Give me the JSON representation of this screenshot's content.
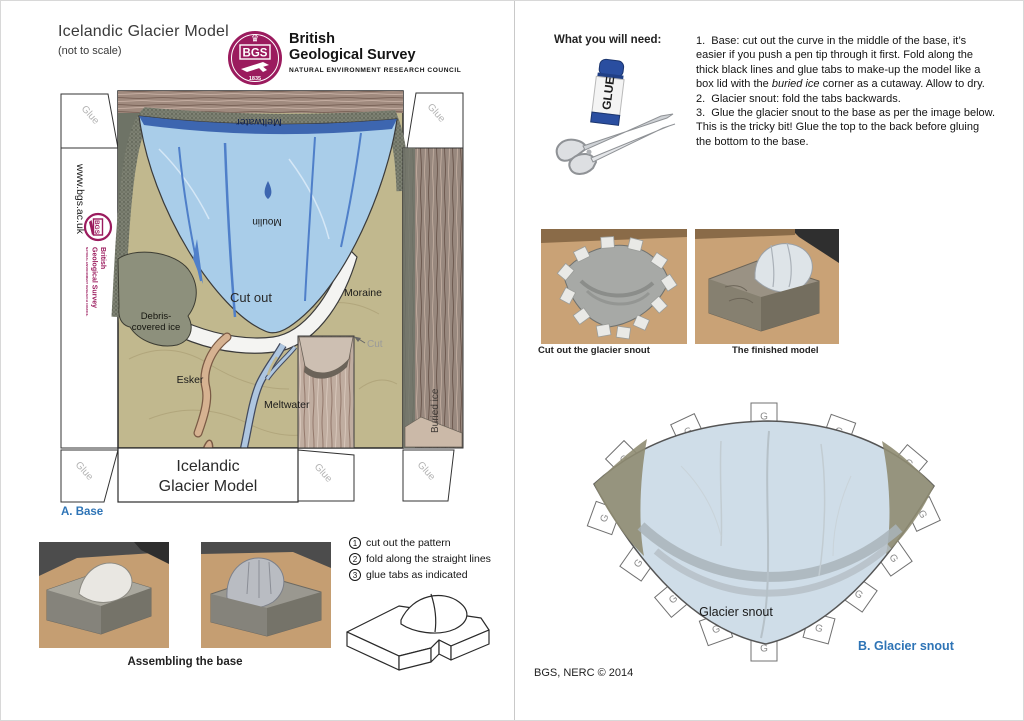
{
  "colors": {
    "brand_magenta": "#9b1b5e",
    "caption_blue": "#2e74b6",
    "glacier_blue": "#a9cde9",
    "meltwater_dark_blue": "#3d66b0",
    "terrain_khaki": "#c1b88e"
  },
  "left_page": {
    "title": "Icelandic Glacier Model",
    "subtitle": "(not to scale)",
    "logo": {
      "acronym": "BGS",
      "year": "1835",
      "name_line1": "British",
      "name_line2": "Geological Survey",
      "tagline": "NATURAL ENVIRONMENT RESEARCH COUNCIL"
    },
    "base": {
      "website": "www.bgs.ac.uk",
      "glue": "Glue",
      "meltwater_top": "Meltwater",
      "moulin": "Moulin",
      "cut_out": "Cut out",
      "moraine": "Moraine",
      "debris_line1": "Debris-",
      "debris_line2": "covered ice",
      "esker": "Esker",
      "meltwater_river": "Meltwater",
      "buried_ice": "Buried ice",
      "cut": "Cut",
      "title_line1": "Icelandic",
      "title_line2": "Glacier Model",
      "caption": "A. Base"
    },
    "assembly": {
      "steps": [
        {
          "num": "1",
          "text": "cut out the pattern"
        },
        {
          "num": "2",
          "text": "fold along the straight lines"
        },
        {
          "num": "3",
          "text": "glue tabs as indicated"
        }
      ],
      "caption": "Assembling the base"
    }
  },
  "right_page": {
    "need_heading": "What you will need:",
    "glue_stick_label": "GLUE",
    "instructions": {
      "step1_before": "1.  Base: cut out the curve in the middle of the base, it’s easier if you push a pen tip through it first. Fold along the thick black lines and glue tabs to make-up the model like a box lid with the ",
      "step1_italic": "buried ice",
      "step1_after": " corner as a cutaway. Allow to dry.",
      "step2": "2.  Glacier snout: fold the tabs backwards.",
      "step3": "3.  Glue the glacier snout to the base as per the image below. This is the tricky bit! Glue the top to the back before gluing the bottom to the base."
    },
    "captions": {
      "cut_out_snout": "Cut out the glacier snout",
      "finished_model": "The finished model"
    },
    "snout": {
      "tab": "G",
      "label": "Glacier snout",
      "caption": "B. Glacier snout"
    },
    "copyright": "BGS, NERC © 2014"
  }
}
